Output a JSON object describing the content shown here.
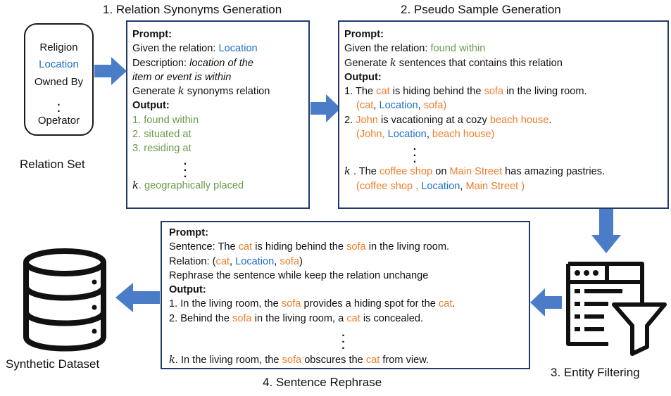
{
  "colors": {
    "box_border": "#1f3a6e",
    "arrow": "#4a7cc7",
    "relation": "#1e6fc8",
    "generated": "#6b9a4a",
    "entity": "#ee7d2b"
  },
  "icons": [
    "database-icon",
    "entity-filter-icon",
    "arrow-right-icon",
    "arrow-down-icon",
    "arrow-left-icon"
  ],
  "relation_set": {
    "items": [
      "Religion",
      "Location",
      "Owned By",
      "Operator"
    ],
    "caption": "Relation Set"
  },
  "step1": {
    "title": "1. Relation Synonyms Generation",
    "prompt_label": "Prompt:",
    "given_prefix": "Given the relation: ",
    "relation": "Location",
    "desc_prefix": "Description: ",
    "desc_1": "location of the",
    "desc_2": "item or event is within",
    "gen_prefix": "Generate ",
    "k": "k",
    "gen_suffix": " synonyms relation",
    "output_label": "Output:",
    "outputs": [
      "1. found within",
      "2. situated at",
      "3. residing at"
    ],
    "last_suffix": ". geographically placed"
  },
  "step2": {
    "title": "2. Pseudo Sample Generation",
    "prompt_label": "Prompt:",
    "given_prefix": "Given the relation: ",
    "relation": "found within",
    "gen_prefix": "Generate ",
    "k": "k",
    "gen_suffix": " sentences that contains this relation",
    "output_label": "Output:",
    "s1": {
      "pre": "1. The ",
      "e1": "cat",
      "mid": " is hiding behind the ",
      "e2": "sofa",
      "post": " in the living room."
    },
    "t1": {
      "open": "(",
      "e1": "cat",
      "sep1": ", ",
      "rel": "Location",
      "sep2": ", ",
      "e2": "sofa",
      "close": ")"
    },
    "s2": {
      "pre": "2. ",
      "e1": "John",
      "mid": " is vacationing at a cozy ",
      "e2": "beach house",
      "post": "."
    },
    "t2": {
      "open": "(John, ",
      "rel": "Location",
      "sep": ", ",
      "e2": "beach house)"
    },
    "sk": {
      "pre": " . The ",
      "e1": "coffee shop",
      "mid": " on ",
      "e2": "Main Street",
      "post": " has amazing pastries."
    },
    "tk": {
      "open": "(coffee shop , ",
      "rel": "Location",
      "sep": ", ",
      "e2": "Main Street )"
    }
  },
  "step3": {
    "caption": "3. Entity Filtering"
  },
  "step4": {
    "title": "4. Sentence Rephrase",
    "prompt_label": "Prompt:",
    "sent": {
      "pre": "Sentence: The ",
      "e1": "cat",
      "mid": " is hiding behind the ",
      "e2": "sofa",
      "post": " in the living room."
    },
    "rel": {
      "pre": "Relation: (",
      "e1": "cat",
      "sep1": ", ",
      "rel": "Location",
      "sep2": ", ",
      "e2": "sofa",
      "close": ")"
    },
    "instruction": "Rephrase the sentence while keep the relation unchange",
    "output_label": "Output:",
    "o1": {
      "pre": "1. In the living room, the ",
      "e1": "sofa",
      "mid": " provides a hiding spot for the ",
      "e2": "cat",
      "post": "."
    },
    "o2": {
      "pre": "2. Behind the ",
      "e1": "sofa",
      "mid": " in the living room, a ",
      "e2": "cat",
      "post": " is concealed."
    },
    "ok": {
      "pre": ". In the living room, the ",
      "e1": "sofa",
      "mid": " obscures the ",
      "e2": "cat",
      "post": " from view."
    }
  },
  "dataset": {
    "caption": "Synthetic Dataset"
  },
  "k": "k"
}
